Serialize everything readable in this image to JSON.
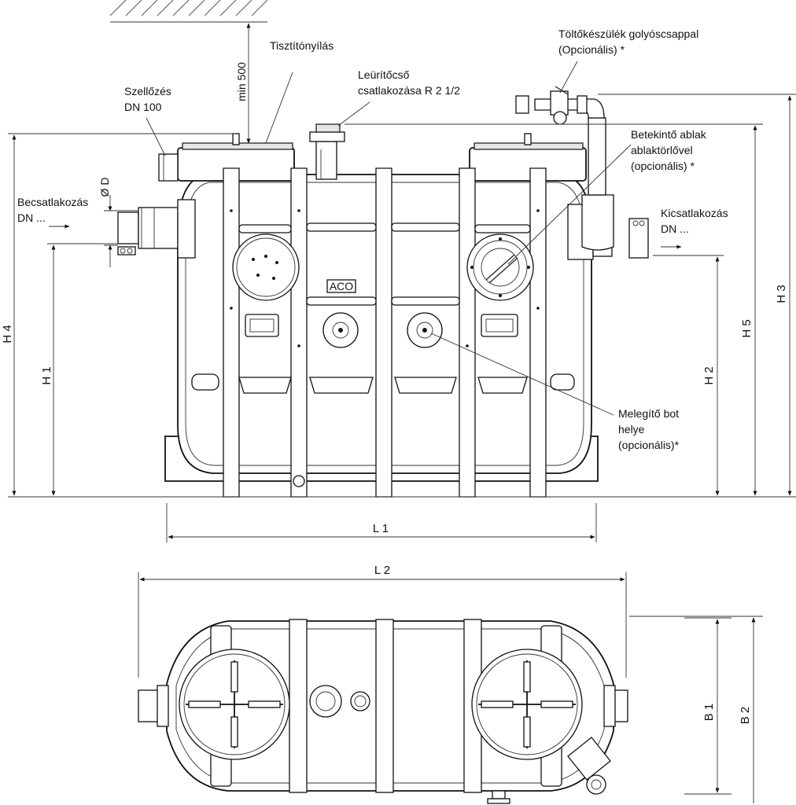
{
  "labels": {
    "szellozes_1": "Szellőzés",
    "szellozes_2": "DN 100",
    "tisztito": "Tisztítónyílás",
    "min500": "min 500",
    "leurito_1": "Leürítőcső",
    "leurito_2": "csatlakozása R 2 1/2",
    "toltokeszulek_1": "Töltőkészülék golyóscsappal",
    "toltokeszulek_2": "(Opcionális) *",
    "betekinto_1": "Betekintő ablak",
    "betekinto_2": "ablaktörlővel",
    "betekinto_3": "(opcionális) *",
    "becsatlakozas_1": "Becsatlakozás",
    "becsatlakozas_2": "DN ...",
    "kicsatlakozas_1": "Kicsatlakozás",
    "kicsatlakozas_2": "DN ...",
    "od": "Ø D",
    "melegito_1": "Melegítő bot",
    "melegito_2": "helye",
    "melegito_3": "(opcionális)*",
    "brand": "ACO"
  },
  "dimensions": {
    "h4": "H 4",
    "h1": "H 1",
    "h2": "H 2",
    "h5": "H 5",
    "h3": "H 3",
    "l1": "L 1",
    "l2": "L 2",
    "b1": "B 1",
    "b2": "B 2"
  },
  "colors": {
    "line": "#111111",
    "fill": "#ffffff",
    "shade": "#e6e6e6"
  }
}
